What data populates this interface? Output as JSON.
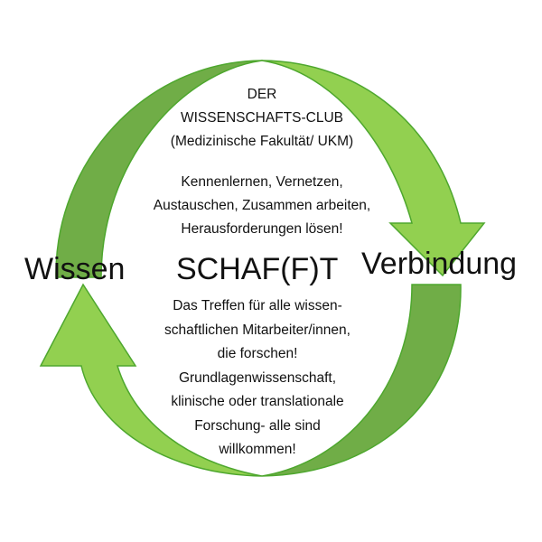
{
  "colors": {
    "dark_green": "#70AD47",
    "light_green": "#92D050",
    "outline": "#4EA72E"
  },
  "top_text": {
    "line1": "DER",
    "line2": "WISSENSCHAFTS-CLUB",
    "line3": "(Medizinische Fakultät/ UKM)",
    "line4": "Kennenlernen, Vernetzen,",
    "line5": "Austauschen, Zusammen arbeiten,",
    "line6": "Herausforderungen lösen!"
  },
  "labels": {
    "left": "Wissen",
    "center": "SCHAF(F)T",
    "right": "Verbindung"
  },
  "bottom_text": {
    "line1": "Das Treffen für alle wissen-",
    "line2": "schaftlichen Mitarbeiter/innen,",
    "line3": "die forschen!",
    "line4": "Grundlagenwissenschaft,",
    "line5": "klinische oder translationale",
    "line6": "Forschung- alle sind",
    "line7": "willkommen!"
  }
}
